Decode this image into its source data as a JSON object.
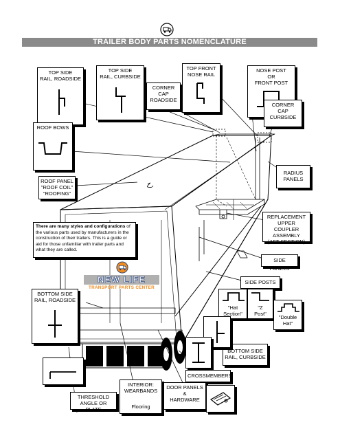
{
  "title": "TRAILER BODY PARTS NOMENCLATURE",
  "labels": {
    "top_side_rail_roadside": "TOP SIDE\nRAIL, ROADSIDE",
    "top_side_rail_curbside": "TOP SIDE\nRAIL, CURBSIDE",
    "corner_cap_roadside": "CORNER\nCAP\nROADSIDE",
    "top_front_nose_rail": "TOP FRONT\nNOSE RAIL",
    "nose_post": "NOSE POST\nOR\nFRONT POST",
    "corner_cap_curbside": "CORNER\nCAP\nCURBSIDE",
    "roof_bows": "ROOF BOWS",
    "radius_panels": "RADIUS\nPANELS",
    "roof_panel": "ROOF PANEL\n\"ROOF COIL\"\n\"ROOFING\"",
    "replacement_coupler": "REPLACEMENT\nUPPER COUPLER\nASSEMBLY\n(AFT SECTION)",
    "side_panels": "SIDE PANELS",
    "side_posts": "SIDE POSTS",
    "hat_section": "\"Hat\nSection\"",
    "z_post": "\"Z\nPost\"",
    "double_hat": "\"Double\nHat\"",
    "bottom_side_rail_roadside": "BOTTOM SIDE\nRAIL, ROADSIDE",
    "bottom_side_rail_curbside": "BOTTOM SIDE\nRAIL, CURBSIDE",
    "crossmembers": "CROSSMEMBERS",
    "threshold": "THRESHOLD\nANGLE OR PLATE",
    "interior_wearbands": "INTERIOR:\nWEARBANDS",
    "flooring": "Flooring",
    "door_panels": "DOOR PANELS\n&\nHARDWARE"
  },
  "note": {
    "bold": "There are many styles and configurations",
    "rest": "of the various parts used by manufacturers in the construction of their trailers. This is a guide or aid for those unfamiliar with trailer parts and what they are called."
  },
  "logo": {
    "name": "NEW LIFE",
    "tagline": "TRANSPORT PARTS CENTER"
  },
  "colors": {
    "title_bg": "#8a8a8a",
    "logo_orange": "#f08c1e",
    "logo_navy": "#1a3a7a"
  }
}
